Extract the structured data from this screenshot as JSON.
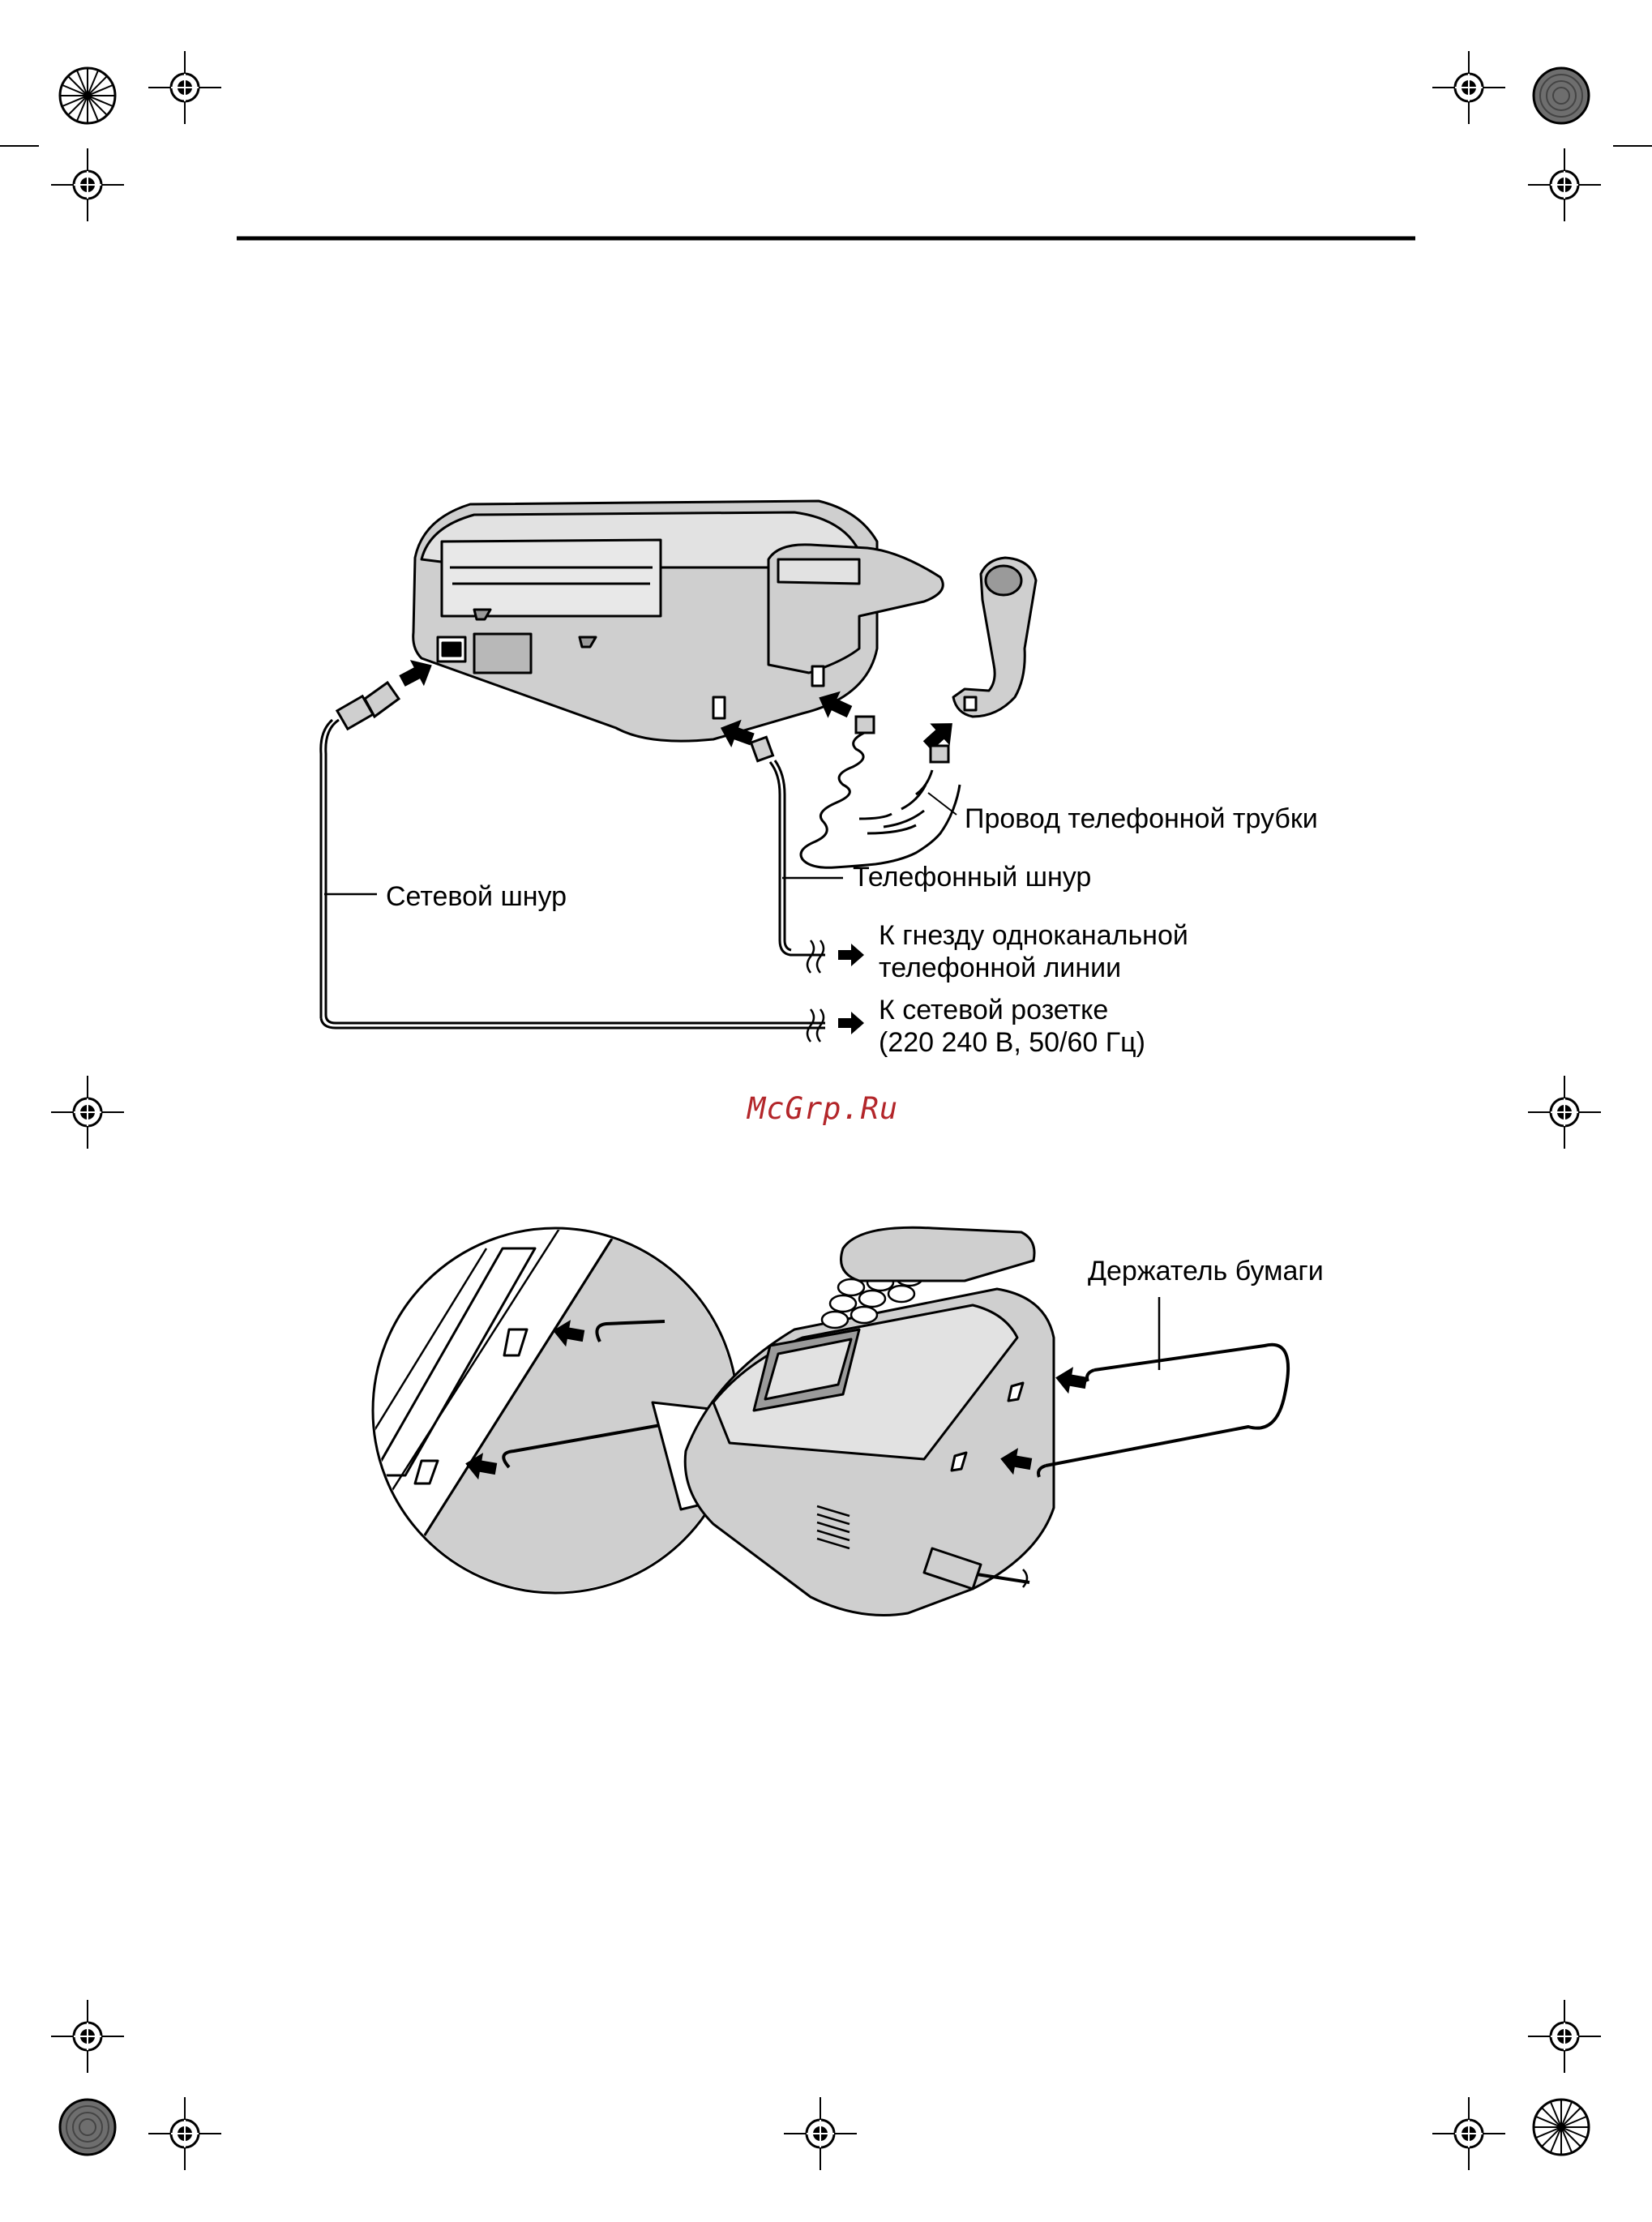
{
  "watermark": "McGrp.Ru",
  "figure1": {
    "labels": {
      "handset_cord": "Провод телефонной трубки",
      "telephone_cord": "Телефонный шнур",
      "power_cord": "Сетевой шнур",
      "phone_jack_line1": "К гнезду одноканальной",
      "phone_jack_line2": "телефонной линии",
      "power_outlet_line1": "К сетевой розетке",
      "power_outlet_line2": "(220  240 В, 50/60 Гц)"
    }
  },
  "figure2": {
    "labels": {
      "paper_holder": "Держатель бумаги"
    }
  },
  "colors": {
    "device_fill": "#cfcfcf",
    "device_dark": "#9a9a9a",
    "line": "#000000",
    "watermark": "#b3262a"
  }
}
